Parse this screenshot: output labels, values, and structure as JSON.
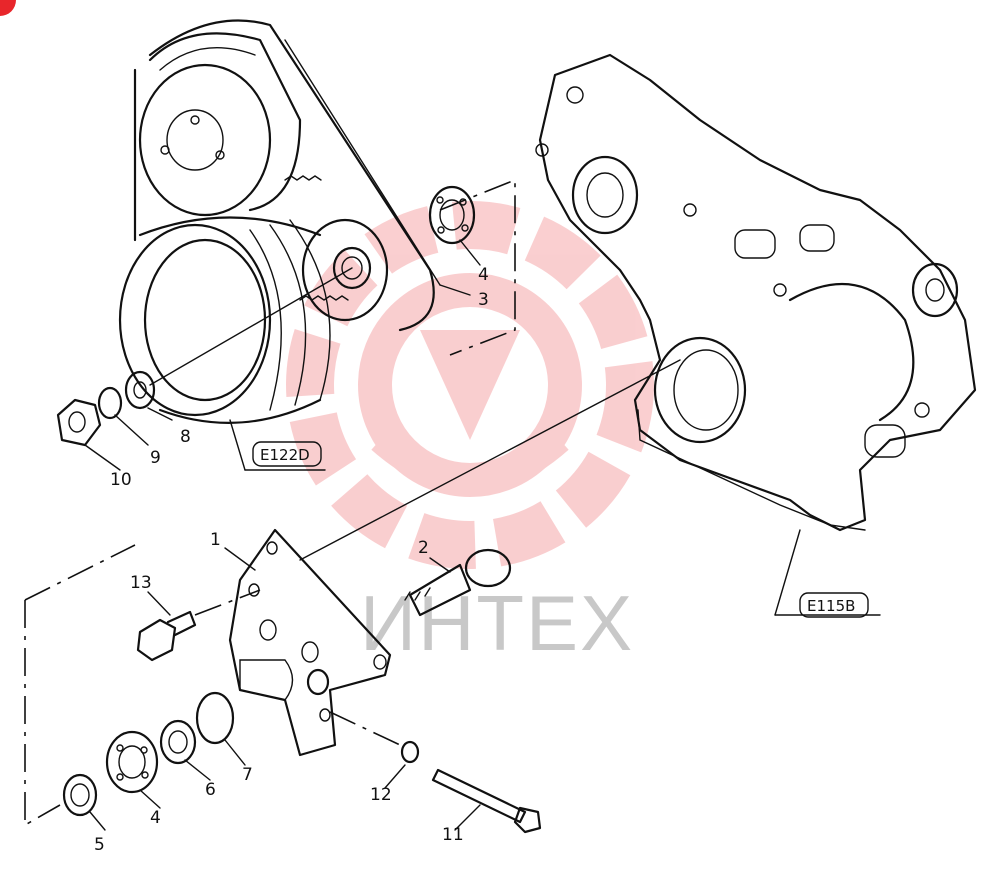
{
  "diagram": {
    "callouts": [
      {
        "id": "c1",
        "label": "1"
      },
      {
        "id": "c2",
        "label": "2"
      },
      {
        "id": "c3",
        "label": "3"
      },
      {
        "id": "c4a",
        "label": "4"
      },
      {
        "id": "c4b",
        "label": "4"
      },
      {
        "id": "c5",
        "label": "5"
      },
      {
        "id": "c6",
        "label": "6"
      },
      {
        "id": "c7",
        "label": "7"
      },
      {
        "id": "c8",
        "label": "8"
      },
      {
        "id": "c9",
        "label": "9"
      },
      {
        "id": "c10",
        "label": "10"
      },
      {
        "id": "c11",
        "label": "11"
      },
      {
        "id": "c12",
        "label": "12"
      },
      {
        "id": "c13",
        "label": "13"
      }
    ],
    "refs": [
      {
        "id": "r1",
        "label": "E122D"
      },
      {
        "id": "r2",
        "label": "E115B"
      }
    ]
  },
  "watermark": {
    "text": "ИНТЕХ",
    "color": "#e8262b"
  }
}
